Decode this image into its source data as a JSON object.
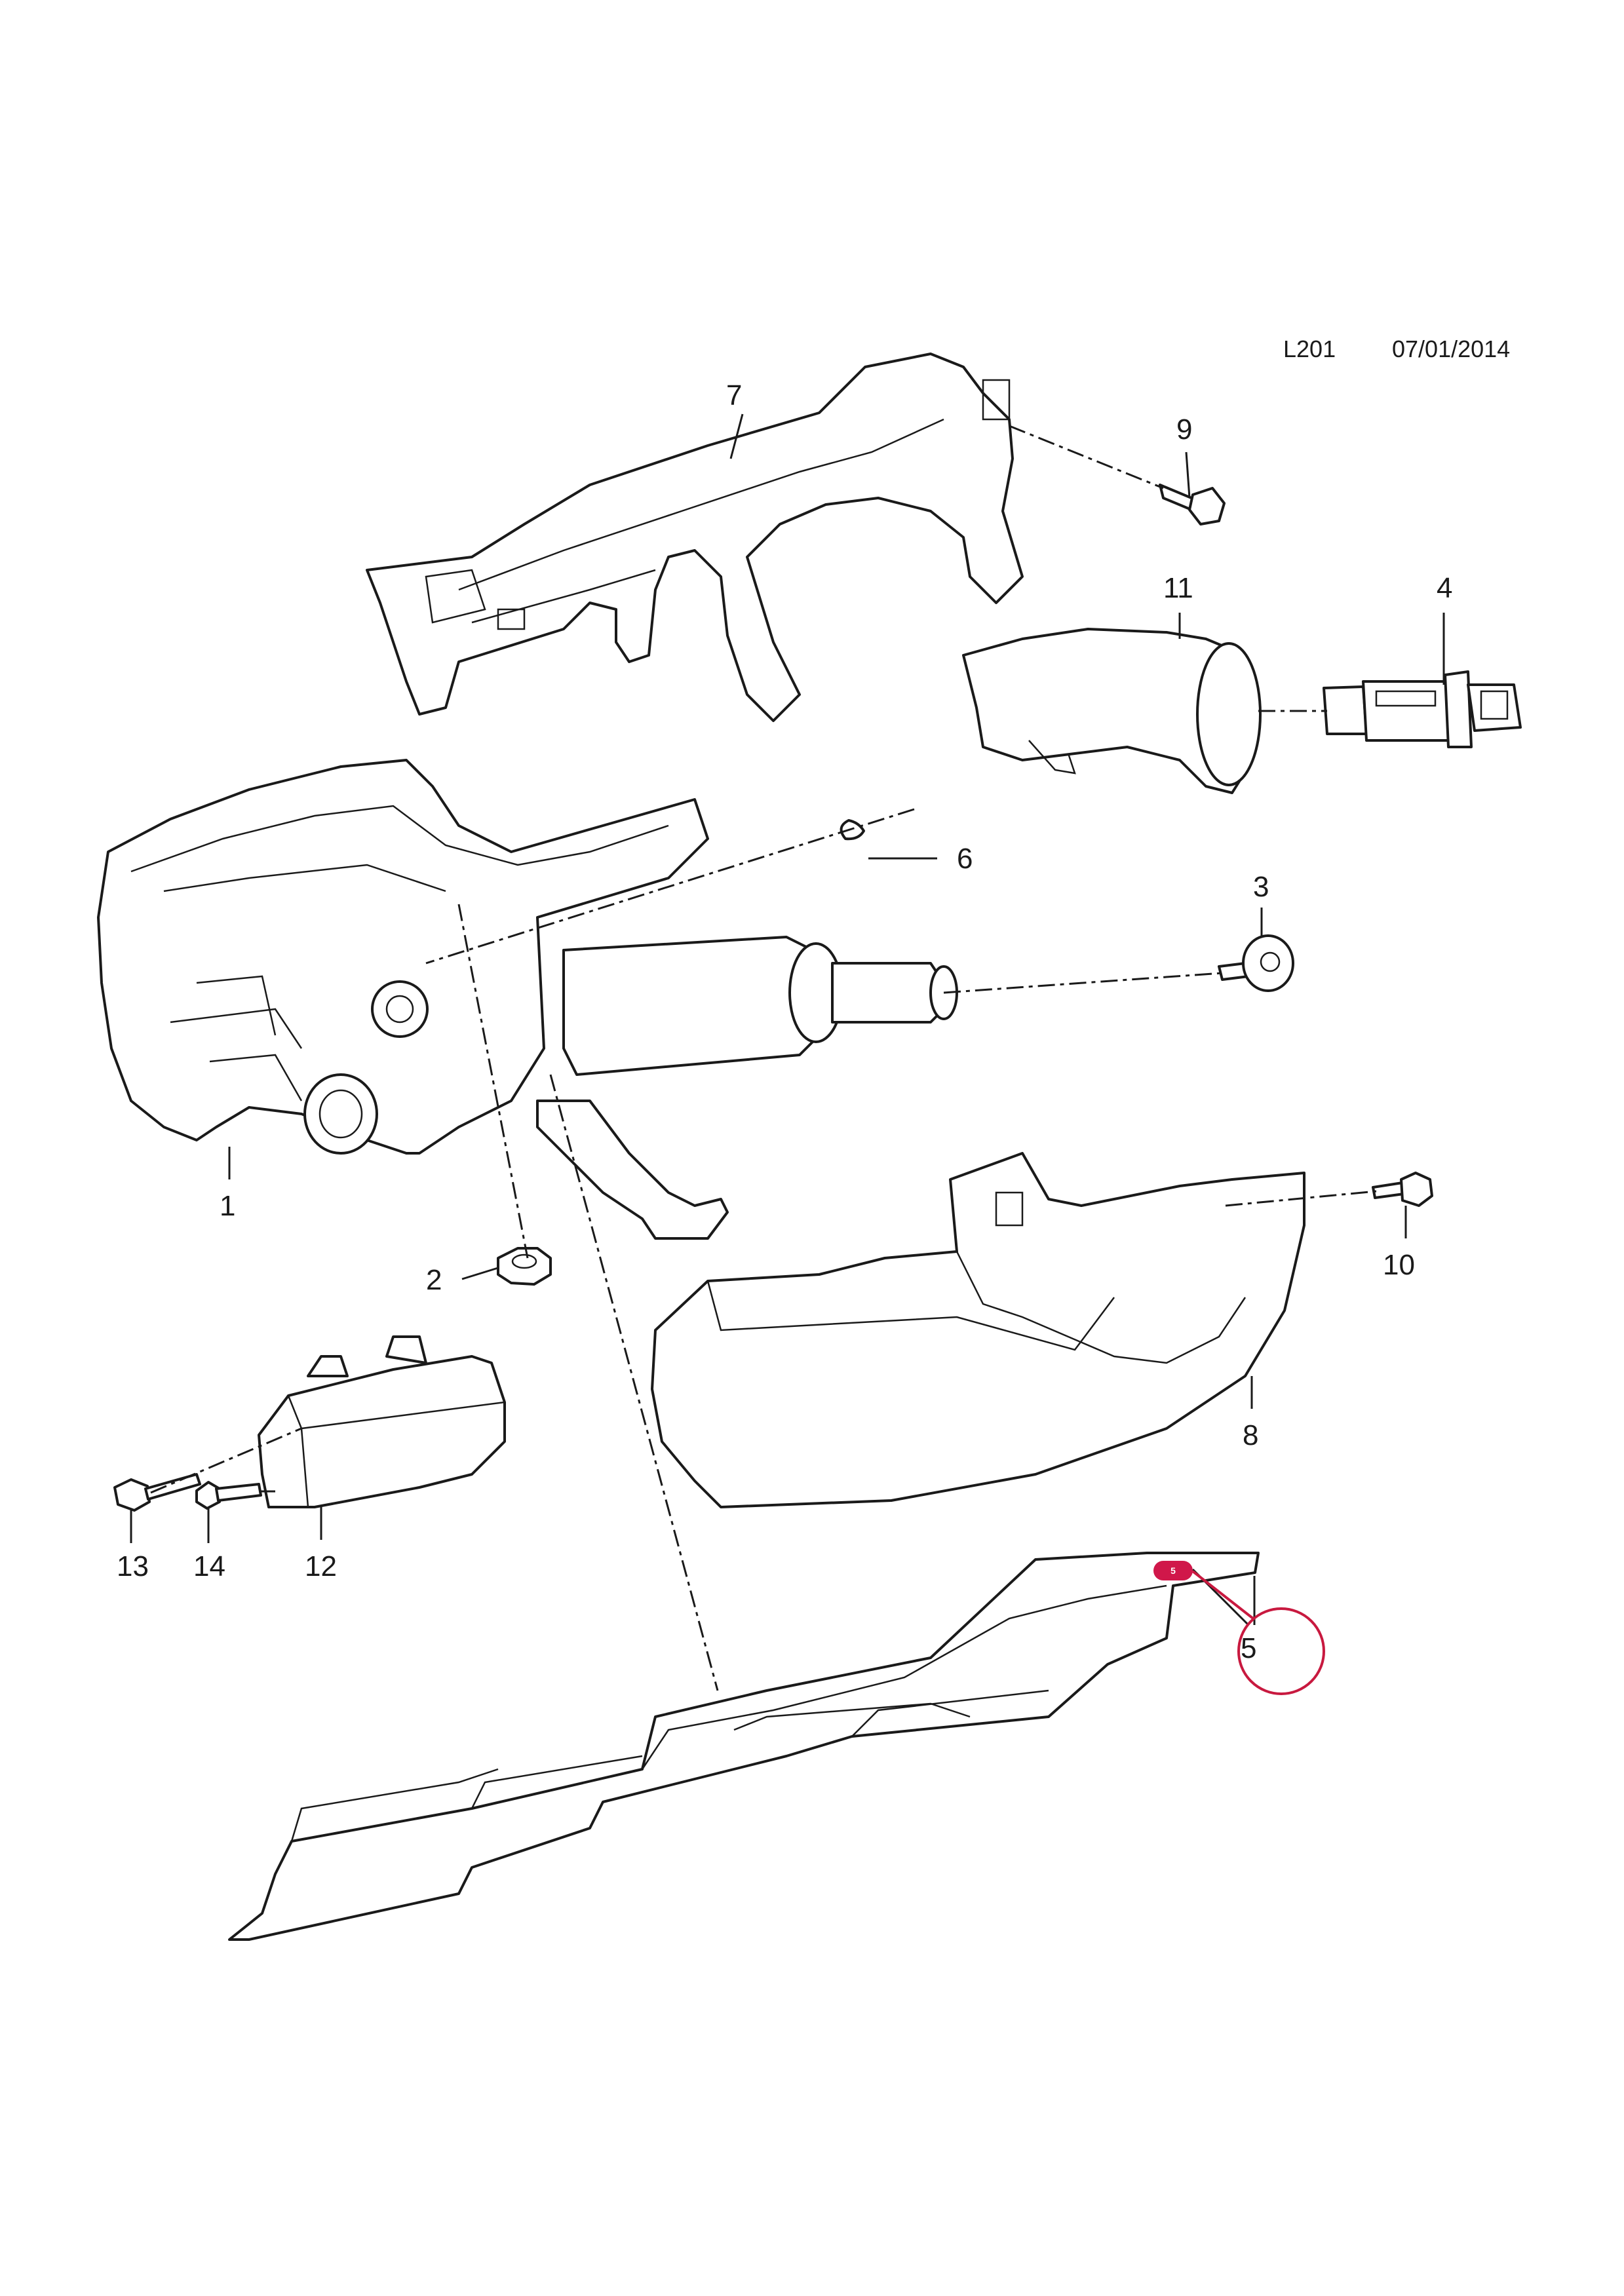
{
  "header": {
    "code": "L201",
    "date": "07/01/2014"
  },
  "callouts": [
    {
      "id": "1",
      "label": "1"
    },
    {
      "id": "2",
      "label": "2"
    },
    {
      "id": "3",
      "label": "3"
    },
    {
      "id": "4",
      "label": "4"
    },
    {
      "id": "5",
      "label": "5"
    },
    {
      "id": "6",
      "label": "6"
    },
    {
      "id": "7",
      "label": "7"
    },
    {
      "id": "8",
      "label": "8"
    },
    {
      "id": "9",
      "label": "9"
    },
    {
      "id": "10",
      "label": "10"
    },
    {
      "id": "11",
      "label": "11"
    },
    {
      "id": "12",
      "label": "12"
    },
    {
      "id": "13",
      "label": "13"
    },
    {
      "id": "14",
      "label": "14"
    }
  ],
  "highlight": {
    "badge_label": "5",
    "badge_color": "#d0174a",
    "circle_color": "#c8193f"
  }
}
